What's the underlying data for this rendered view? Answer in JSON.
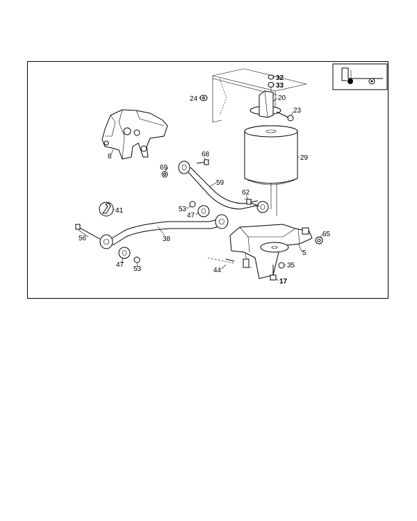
{
  "diagram": {
    "callouts": {
      "c32": "32",
      "c33": "33",
      "c20": "20",
      "c24": "24",
      "c23": "23",
      "c8": "8",
      "c29": "29",
      "c68": "68",
      "c69": "69",
      "c59": "59",
      "c62": "62",
      "c53a": "53",
      "c47a": "47",
      "c41": "41",
      "c56": "56",
      "c38": "38",
      "c65": "65",
      "c5": "5",
      "c47b": "47",
      "c53b": "53",
      "c44": "44",
      "c35": "35",
      "c17": "17"
    },
    "legend_icon": "truck-rear-axle-icon"
  }
}
